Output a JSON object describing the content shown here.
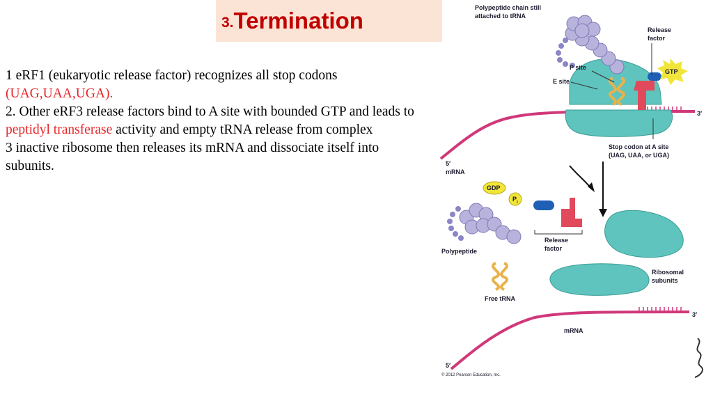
{
  "slide": {
    "title_number": "3.",
    "title_word": "Termination",
    "points": [
      {
        "parts": [
          {
            "text": "1 eRF1 (eukaryotic release factor) recognizes all stop codons ",
            "highlight": false
          },
          {
            "text": "(UAG,UAA,UGA).",
            "highlight": true
          }
        ]
      },
      {
        "parts": [
          {
            "text": "2. Other eRF3 release factors bind to A site with bounded GTP and leads to ",
            "highlight": false
          },
          {
            "text": "peptidyl transferase",
            "highlight": true
          },
          {
            "text": " activity and empty tRNA release from complex",
            "highlight": false
          }
        ]
      },
      {
        "parts": [
          {
            "text": "3 inactive ribosome then releases its mRNA and dissociate itself into subunits.",
            "highlight": false
          }
        ]
      }
    ]
  },
  "figure": {
    "labels": {
      "polypeptide_still_1": "Polypeptide chain still",
      "polypeptide_still_2": "attached to tRNA",
      "release_factor_top_1": "Release",
      "release_factor_top_2": "factor",
      "p_site": "P site",
      "e_site": "E site",
      "gtp": "GTP",
      "three_prime_top": "3′",
      "five_prime_top": "5′",
      "mrna_top": "mRNA",
      "stop_codon_1": "Stop codon at A site",
      "stop_codon_2": "(UAG, UAA, or UGA)",
      "gdp": "GDP",
      "pi": "P",
      "pi_sub": "i",
      "release_factor_bottom_1": "Release",
      "release_factor_bottom_2": "factor",
      "polypeptide": "Polypeptide",
      "ribosomal_1": "Ribosomal",
      "ribosomal_2": "subunits",
      "free_trna": "Free tRNA",
      "three_prime_bottom": "3′",
      "mrna_bottom": "mRNA",
      "five_prime_bottom": "5′",
      "copyright": "© 2012 Pearson Education, Inc."
    },
    "colors": {
      "ribosome": "#5fc4bd",
      "polypeptide": "#b7b3dc",
      "mrna": "#d0387a",
      "trna": "#e9b24a",
      "release_factor": "#e04a5c",
      "erf3": "#1f5fb5",
      "gtp_burst": "#f2e53a"
    }
  }
}
